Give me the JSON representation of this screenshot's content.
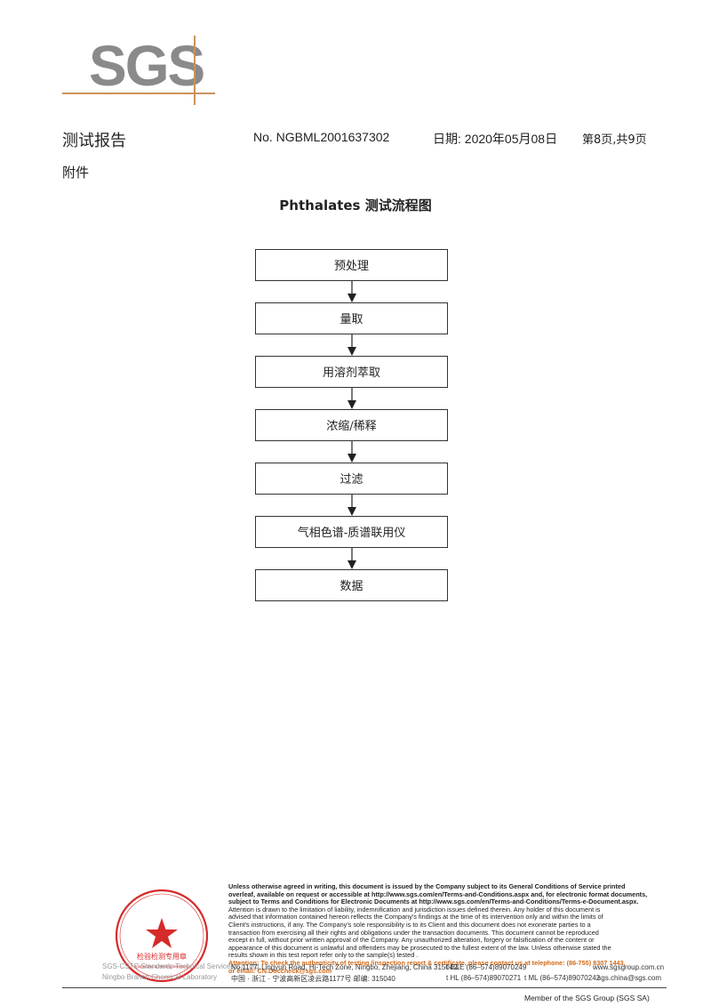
{
  "logo": {
    "text": "SGS"
  },
  "header": {
    "report_title": "测试报告",
    "report_no": "No. NGBML2001637302",
    "date": "日期: 2020年05月08日",
    "page": "第8页,共9页"
  },
  "attachment_label": "附件",
  "flow_title": "Phthalates 测试流程图",
  "flow_steps": [
    "预处理",
    "量取",
    "用溶剂萃取",
    "浓缩/稀释",
    "过滤",
    "气相色谱-质谱联用仪",
    "数据"
  ],
  "footer": {
    "disclaimer_line1": "Unless otherwise agreed in writing, this document is issued by the Company subject to its General Conditions of Service printed",
    "disclaimer_line2": "overleaf, available on request or accessible at http://www.sgs.com/en/Terms-and-Conditions.aspx and, for electronic format documents,",
    "disclaimer_line3": "subject to Terms and Conditions for Electronic Documents at http://www.sgs.com/en/Terms-and-Conditions/Terms-e-Document.aspx.",
    "disclaimer_line4": "Attention is drawn to the limitation of liability, indemnification and jurisdiction issues defined therein. Any holder of this document is",
    "disclaimer_line5": "advised that information contained hereon reflects the Company's findings at the time of its intervention only and within the limits of",
    "disclaimer_line6": "Client's instructions, if any. The Company's sole responsibility is to its Client and this document does not exonerate parties to a",
    "disclaimer_line7": "transaction from exercising all their rights and obligations under the transaction documents. This document cannot be reproduced",
    "disclaimer_line8": "except in full, without prior written approval of the Company. Any unauthorized alteration, forgery or falsification of the content or",
    "disclaimer_line9": "appearance of this document is unlawful and offenders may be prosecuted to the fullest extent of the law. Unless otherwise stated the",
    "disclaimer_line10": "results shown in this test report refer only to the sample(s) tested .",
    "attention_line1": "Attention: To check the authenticity of testing /inspection report & certificate, please contact us at telephone: (86-755) 8307 1443,",
    "attention_line2": "or email: CN.Doccheck@sgs.com",
    "lab_en_line1": "SGS-CSTC Standards Technical Services Co.,Ltd.",
    "lab_en_line2": "Ningbo Branch Chemical Laboratory",
    "stamp_text": "检验检测专用章",
    "stamp_sub": "Inspection & Testing Services",
    "address_en": "No.1177, Lingyun Road, Hi-Tech Zone, Ningbo, Zhejiang, China 315040",
    "address_cn": "中国 · 浙江 · 宁波高新区凌云路1177号      邮编: 315040",
    "tel_en": "t E&E (86–574)89070249",
    "tel_cn": "t HL  (86–574)89070271",
    "fax_cn": "t ML  (86–574)89070242",
    "web": "www.sgsgroup.com.cn",
    "email": "sgs.china@sgs.com",
    "member": "Member of the SGS Group (SGS SA)"
  },
  "colors": {
    "logo_gray": "#8a8a8a",
    "logo_line": "#c9925a",
    "attention": "#d06a1a",
    "stamp": "#d62b2b"
  }
}
